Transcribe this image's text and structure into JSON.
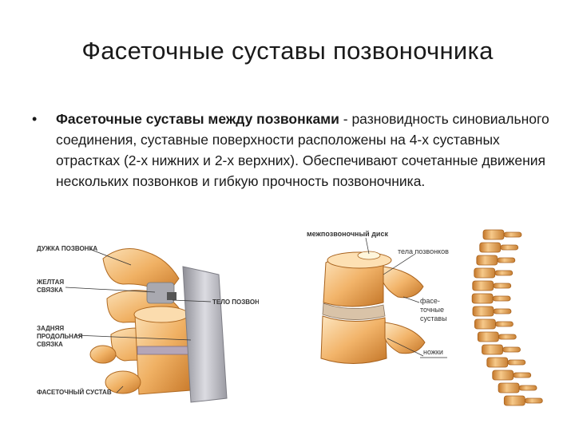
{
  "slide": {
    "title": "Фасеточные суставы позвоночника",
    "bullet": {
      "bold": "Фасеточные суставы между позвонками",
      "rest": " - разновидность синовиального соединения, суставные поверхности расположены на 4-х суставных отрастках (2-х нижних и 2-х верхних). Обеспечивают сочетанные движения нескольких позвонков и гибкую прочность позвоночника."
    }
  },
  "figure_left": {
    "labels": {
      "arch": "ДУЖКА ПОЗВОНКА",
      "yellow_1": "ЖЕЛТАЯ",
      "yellow_2": "СВЯЗКА",
      "body": "ТЕЛО ПОЗВОНКА",
      "posterior_1": "ЗАДНЯЯ",
      "posterior_2": "ПРОДОЛЬНАЯ",
      "posterior_3": "СВЯЗКА",
      "facet": "ФАСЕТОЧНЫЙ СУСТАВ"
    }
  },
  "figure_middle": {
    "labels": {
      "disc": "межпозвоночный диск",
      "bodies": "тела позвонков",
      "facet_1": "фасе-",
      "facet_2": "точные",
      "facet_3": "суставы",
      "pedicles": "ножки"
    }
  },
  "colors": {
    "bone_light": "#f6c98a",
    "bone_mid": "#e9a24e",
    "bone_dark": "#c77a2a",
    "ligament_gray": "#b9b9be",
    "disc": "#d9c3a8"
  }
}
